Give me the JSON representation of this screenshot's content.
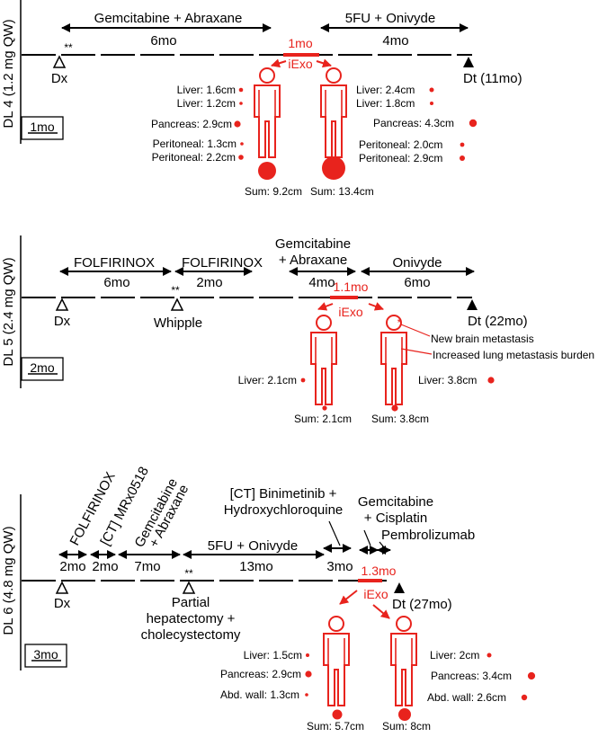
{
  "colors": {
    "accent": "#e8231d",
    "ink": "#000000"
  },
  "panels": [
    {
      "id": "dl4",
      "dose_label": "DL 4 (1.2 mg QW)",
      "scale_label": "1mo",
      "therapies": [
        {
          "name": "Gemcitabine + Abraxane",
          "duration": "6mo"
        },
        {
          "name": "5FU + Onivyde",
          "duration": "4mo"
        }
      ],
      "iexo": {
        "duration": "1mo",
        "label": "iExo"
      },
      "start_marker": "Dx",
      "surgery_marker": "**",
      "end_marker": "Dt (11mo)",
      "pre_lesions": [
        "Liver: 1.6cm",
        "Liver: 1.2cm",
        "Pancreas: 2.9cm",
        "Peritoneal: 1.3cm",
        "Peritoneal: 2.2cm"
      ],
      "post_lesions": [
        "Liver: 2.4cm",
        "Liver: 1.8cm",
        "Pancreas: 4.3cm",
        "Peritoneal: 2.0cm",
        "Peritoneal: 2.9cm"
      ],
      "pre_sum": "Sum: 9.2cm",
      "post_sum": "Sum: 13.4cm"
    },
    {
      "id": "dl5",
      "dose_label": "DL 5 (2.4 mg QW)",
      "scale_label": "2mo",
      "therapies": [
        {
          "name": "FOLFIRINOX",
          "duration": "6mo"
        },
        {
          "name": "FOLFIRINOX",
          "duration": "2mo"
        },
        {
          "name_line1": "Gemcitabine",
          "name_line2": "+ Abraxane",
          "duration": "4mo"
        },
        {
          "name": "Onivyde",
          "duration": "6mo"
        }
      ],
      "iexo": {
        "duration": "1.1mo",
        "label": "iExo"
      },
      "start_marker": "Dx",
      "surgery_marker": "**",
      "surgery_label": "Whipple",
      "end_marker": "Dt (22mo)",
      "post_star": "*",
      "annotations": [
        "New brain metastasis",
        "Increased lung metastasis burden"
      ],
      "pre_lesions": [
        "Liver: 2.1cm"
      ],
      "post_lesions": [
        "Liver: 3.8cm"
      ],
      "pre_sum": "Sum: 2.1cm",
      "post_sum": "Sum: 3.8cm"
    },
    {
      "id": "dl6",
      "dose_label": "DL 6 (4.8 mg QW)",
      "scale_label": "3mo",
      "therapies": [
        {
          "name": "FOLFIRINOX",
          "duration": "2mo"
        },
        {
          "name": "[CT] MRx0518",
          "duration": "2mo"
        },
        {
          "name_line1": "Gemcitabine",
          "name_line2": "+ Abraxane",
          "duration": "7mo"
        },
        {
          "name": "5FU + Onivyde",
          "duration": "13mo"
        },
        {
          "name_line1": "[CT] Binimetinib +",
          "name_line2": "Hydroxychloroquine",
          "duration": "3mo"
        },
        {
          "name_line1": "Gemcitabine",
          "name_line2": "+ Cisplatin",
          "duration": ""
        },
        {
          "name": "Pembrolizumab",
          "duration": ""
        }
      ],
      "iexo": {
        "duration": "1.3mo",
        "label": "iExo"
      },
      "start_marker": "Dx",
      "surgery_marker": "**",
      "surgery_label_lines": [
        "Partial",
        "hepatectomy +",
        "cholecystectomy"
      ],
      "end_marker": "Dt (27mo)",
      "pre_lesions": [
        "Liver: 1.5cm",
        "Pancreas: 2.9cm",
        "Abd. wall: 1.3cm"
      ],
      "post_lesions": [
        "Liver: 2cm",
        "Pancreas: 3.4cm",
        "Abd. wall: 2.6cm"
      ],
      "pre_sum": "Sum: 5.7cm",
      "post_sum": "Sum: 8cm"
    }
  ]
}
